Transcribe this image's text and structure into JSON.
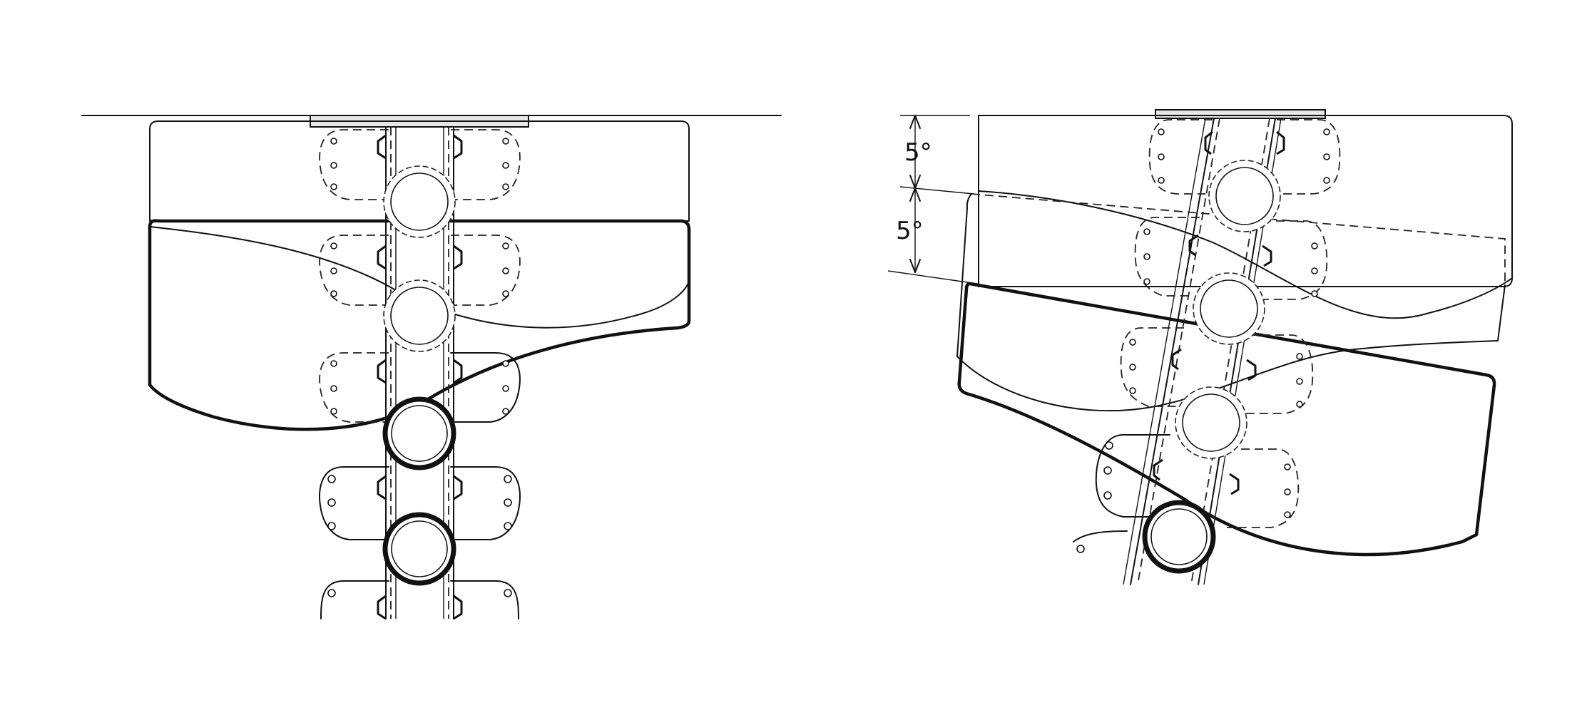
{
  "annotations": {
    "angle_upper": "5°",
    "angle_lower": "5°"
  },
  "colors": {
    "line": "#111111",
    "background": "#ffffff"
  },
  "views": [
    "left-view-straight",
    "right-view-tilted"
  ]
}
